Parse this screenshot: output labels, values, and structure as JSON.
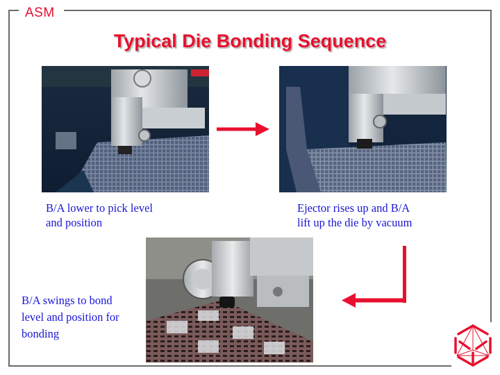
{
  "brand": {
    "logo_text": "ASM",
    "emblem": "asm-crystal-logo-icon"
  },
  "slide": {
    "title": "Typical Die Bonding Sequence",
    "steps": [
      {
        "image": "die-pick-photo",
        "caption_line1": "B/A lower to pick level",
        "caption_line2": "and position"
      },
      {
        "image": "die-eject-photo",
        "caption_line1": "Ejector rises up and B/A",
        "caption_line2": "lift up the die by vacuum"
      },
      {
        "image": "die-bond-photo",
        "caption_line1": "B/A swings to bond",
        "caption_line2": "level and position for",
        "caption_line3": "bonding"
      }
    ],
    "arrows": [
      {
        "name": "right-arrow-icon",
        "direction": "right"
      },
      {
        "name": "elbow-arrow-icon",
        "direction": "down-then-left"
      }
    ]
  },
  "colors": {
    "accent_red": "#e8102e",
    "caption_blue": "#1a16d6",
    "frame_gray": "#6b6b6b"
  }
}
